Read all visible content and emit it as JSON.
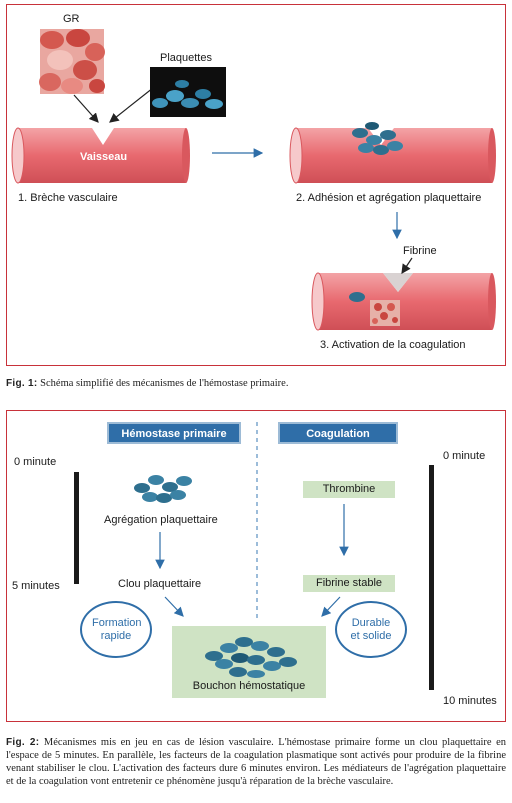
{
  "fig1": {
    "labels": {
      "gr": "GR",
      "plaquettes": "Plaquettes",
      "vaisseau": "Vaisseau",
      "step1": "1. Brèche vasculaire",
      "step2": "2. Adhésion et agrégation plaquettaire",
      "fibrine": "Fibrine",
      "step3": "3. Activation de la coagulation"
    },
    "caption_label": "Fig. 1:",
    "caption_text": "Schéma simplifié des mécanismes de l'hémostase primaire."
  },
  "fig2": {
    "header_left": "Hémostase primaire",
    "header_right": "Coagulation",
    "time_left_start": "0 minute",
    "time_left_end": "5 minutes",
    "time_right_start": "0 minute",
    "time_right_end": "10 minutes",
    "agregation": "Agrégation plaquettaire",
    "clou": "Clou plaquettaire",
    "thrombine": "Thrombine",
    "fibrine_stable": "Fibrine stable",
    "oval_left": "Formation rapide",
    "oval_right": "Durable et solide",
    "bouchon": "Bouchon hémostatique",
    "caption_label": "Fig. 2:",
    "caption_text": "Mécanismes mis en jeu en cas de lésion vasculaire. L'hémostase primaire forme un clou plaquettaire en l'espace de 5 minutes. En parallèle, les facteurs de la coagulation plasmatique sont activés pour produire de la fibrine venant stabiliser le clou. L'activation des facteurs dure 6 minutes environ. Les médiateurs de l'agrégation plaquettaire et de la coagulation vont entretenir ce phénomène jusqu'à réparation de la brèche vasculaire."
  },
  "colors": {
    "frame": "#c8323a",
    "vessel": "#ea7a7e",
    "platelet": "#2e6f8e",
    "header_blue": "#2f6ea8",
    "green_box": "#cfe3c4"
  }
}
